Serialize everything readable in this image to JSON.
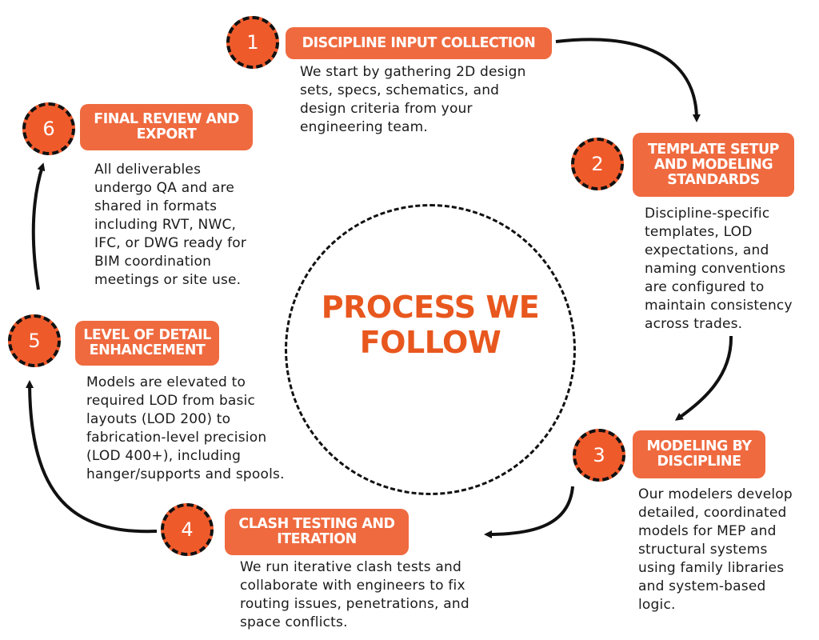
{
  "center": {
    "title_line1": "PROCESS WE",
    "title_line2": "FOLLOW"
  },
  "steps": [
    {
      "number": "1",
      "title_lines": [
        "DISCIPLINE INPUT COLLECTION"
      ],
      "desc_lines": [
        "We start by gathering 2D design",
        "sets, specs, schematics, and",
        "design criteria from your",
        "engineering team."
      ]
    },
    {
      "number": "2",
      "title_lines": [
        "TEMPLATE SETUP",
        "AND MODELING",
        "STANDARDS"
      ],
      "desc_lines": [
        "Discipline-specific",
        "templates, LOD",
        "expectations, and",
        "naming conventions",
        "are configured to",
        "maintain consistency",
        "across trades."
      ]
    },
    {
      "number": "3",
      "title_lines": [
        "MODELING BY",
        "DISCIPLINE"
      ],
      "desc_lines": [
        "Our modelers develop",
        "detailed, coordinated",
        "models for MEP and",
        "structural systems",
        "using family libraries",
        "and system-based",
        "logic."
      ]
    },
    {
      "number": "4",
      "title_lines": [
        "CLASH TESTING AND",
        "ITERATION"
      ],
      "desc_lines": [
        "We run iterative clash tests and",
        "collaborate with engineers to fix",
        "routing issues, penetrations, and",
        "space conflicts."
      ]
    },
    {
      "number": "5",
      "title_lines": [
        "LEVEL OF DETAIL",
        "ENHANCEMENT"
      ],
      "desc_lines": [
        "Models are elevated to",
        "required LOD from basic",
        "layouts (LOD 200) to",
        "fabrication-level precision",
        "(LOD 400+), including",
        "hanger/supports and spools."
      ]
    },
    {
      "number": "6",
      "title_lines": [
        "FINAL REVIEW AND",
        "EXPORT"
      ],
      "desc_lines": [
        "All deliverables",
        "undergo QA and are",
        "shared in formats",
        "including RVT, NWC,",
        "IFC, or DWG ready for",
        "BIM coordination",
        "meetings or site use."
      ]
    }
  ]
}
